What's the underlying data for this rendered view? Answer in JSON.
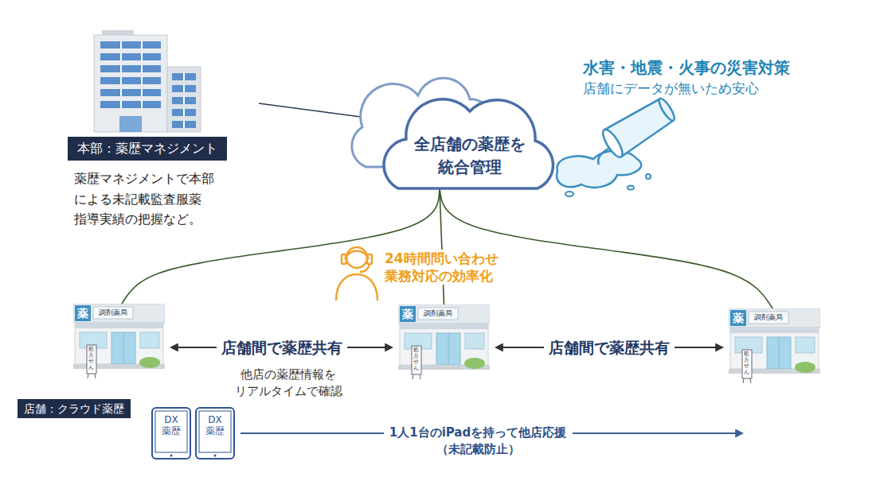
{
  "diagram": {
    "nodes": [
      {
        "text": [
          "本部：薬歴マネジメント",
          "薬歴マネジメントで本部 による未記載監査服薬 指導実績の把握など。"
        ]
      },
      {
        "text": [
          "全店舗の薬歴を 統合管理"
        ]
      },
      {
        "text": [
          "薬",
          "調剤薬局",
          "処方せん"
        ]
      },
      {
        "text": [
          "薬",
          "調剤薬局",
          "処方せん"
        ]
      },
      {
        "text": [
          "薬",
          "調剤薬局",
          "処方せん"
        ]
      },
      {
        "text": [
          "店舗：クラウド薬歴"
        ]
      },
      {
        "text": [
          "DX 薬歴"
        ]
      },
      {
        "text": [
          "DX 薬歴"
        ]
      }
    ],
    "edges": [
      {
        "from": 0,
        "to": 1,
        "arrow": "none"
      },
      {
        "from": 1,
        "to": 2,
        "arrow": "none"
      },
      {
        "from": 1,
        "to": 3,
        "arrow": "none"
      },
      {
        "from": 1,
        "to": 4,
        "arrow": "none"
      },
      {
        "from": 2,
        "to": 3,
        "label": "店舗間で薬歴共有",
        "arrow": "both"
      },
      {
        "from": 3,
        "to": 4,
        "label": "店舗間で薬歴共有",
        "arrow": "both"
      }
    ],
    "labels": [
      "水害・地震・火事の災害対策",
      "店舗にデータが無いため安心",
      "24時間問い合わせ 業務対応の効率化",
      "他店の薬歴情報を リアルタイムで確認",
      "1人1台のiPadを持って他店応援 （未記載防止）"
    ]
  }
}
